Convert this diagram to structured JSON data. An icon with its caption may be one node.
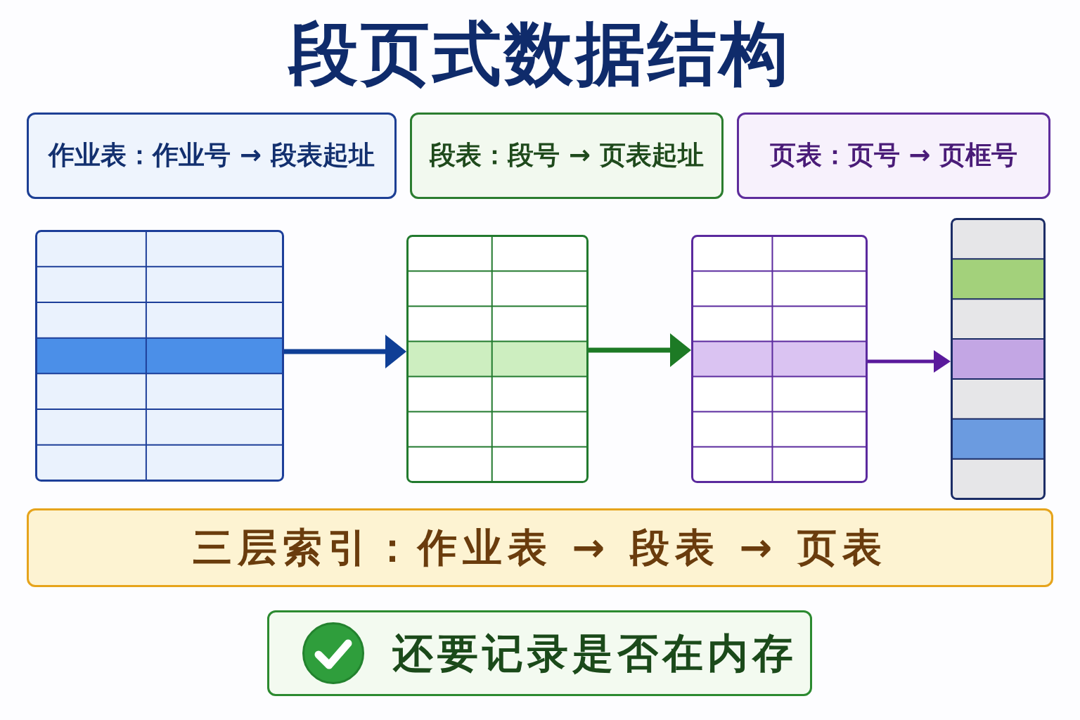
{
  "diagram": {
    "title": "段页式数据结构",
    "nodes": [
      {
        "text": [
          "作业表：作业号 → 段表起址"
        ]
      },
      {
        "text": [
          "段表：段号 → 页表起址"
        ]
      },
      {
        "text": [
          "页表：页号 → 页框号"
        ]
      },
      {
        "text": [],
        "shape": "table"
      },
      {
        "text": [],
        "shape": "table"
      },
      {
        "text": [],
        "shape": "table"
      },
      {
        "text": [],
        "shape": "bar"
      },
      {
        "text": [
          "三层索引：作业表 → 段表 → 页表"
        ]
      },
      {
        "text": [
          "还要记录是否在内存"
        ]
      }
    ],
    "edges": [
      {
        "from": 3,
        "to": 4,
        "arrow": "to",
        "color": "#0f3f96"
      },
      {
        "from": 4,
        "to": 5,
        "arrow": "to",
        "color": "#1d7a25"
      },
      {
        "from": 5,
        "to": 6,
        "arrow": "to",
        "color": "#5a1a9c"
      }
    ]
  }
}
